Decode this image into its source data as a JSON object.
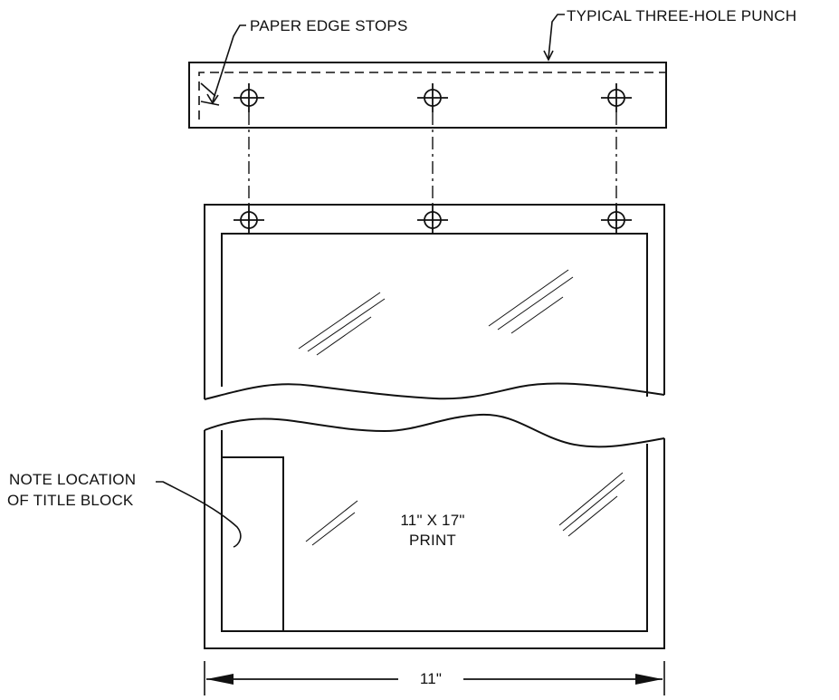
{
  "labels": {
    "paper_edge_stops": "PAPER EDGE STOPS",
    "typical_punch": "TYPICAL THREE-HOLE PUNCH",
    "note_line1": "NOTE LOCATION",
    "note_line2": "OF TITLE BLOCK",
    "print_line1": "11\" X 17\"",
    "print_line2": "PRINT",
    "dimension": "11\""
  },
  "colors": {
    "line": "#111111",
    "background": "#ffffff"
  },
  "holes": [
    "left",
    "center",
    "right"
  ]
}
